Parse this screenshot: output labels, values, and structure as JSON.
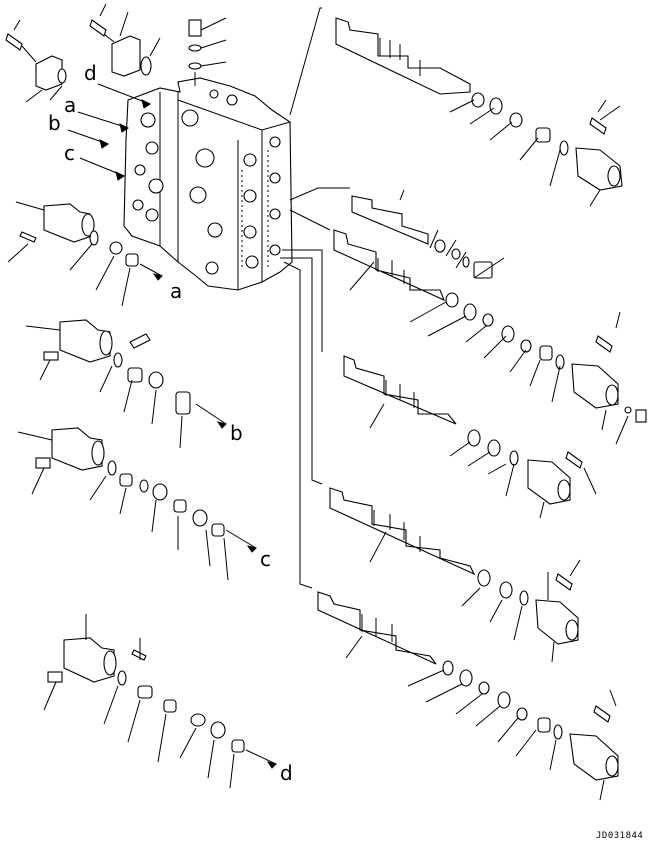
{
  "diagram": {
    "title": "",
    "drawing_code": "JD031844",
    "callouts": {
      "a": "a",
      "b": "b",
      "c": "c",
      "d": "d"
    }
  }
}
